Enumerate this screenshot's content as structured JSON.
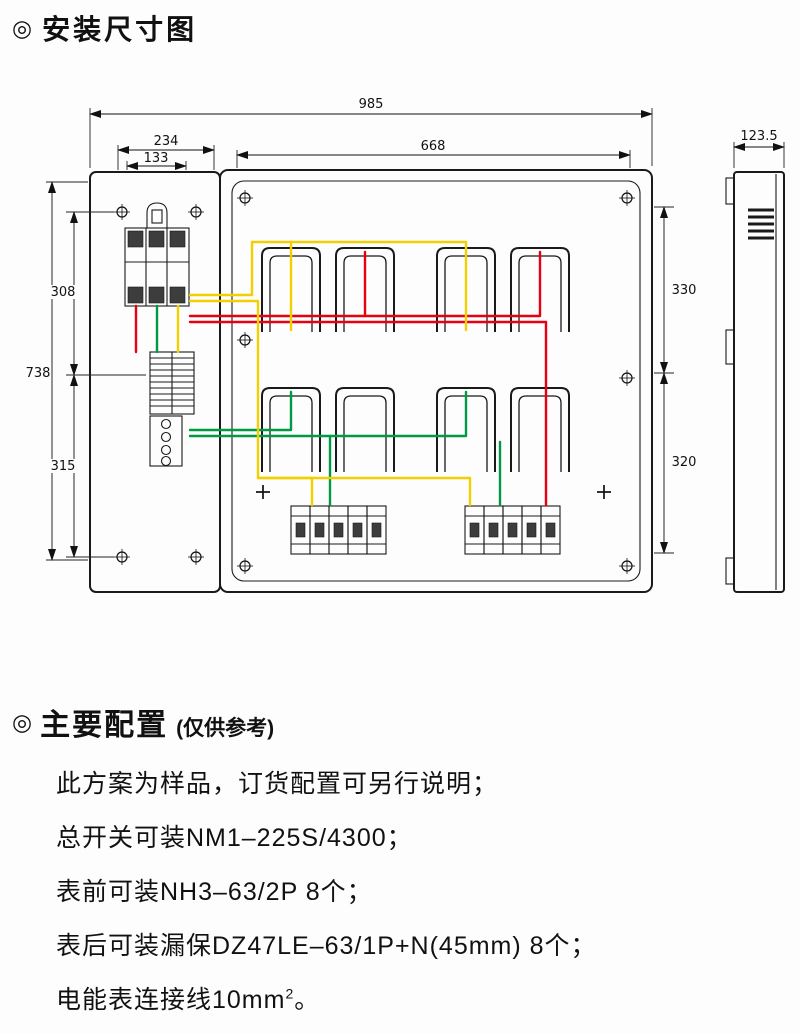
{
  "header": {
    "bullet": "◎",
    "title": "安装尺寸图"
  },
  "drawing": {
    "dimensions": {
      "total_width": "985",
      "left_section_width": "234",
      "breaker_mount_width": "133",
      "meter_section_width": "668",
      "side_depth": "123.5",
      "total_height": "738",
      "left_upper_height": "308",
      "left_lower_height": "315",
      "right_upper_height": "330",
      "right_lower_height": "320"
    }
  },
  "colors": {
    "wire_red": "#e60012",
    "wire_yellow": "#f2cf00",
    "wire_green": "#009944"
  },
  "config": {
    "bullet": "◎",
    "title": "主要配置",
    "subtitle": "(仅供参考)",
    "line1": "此方案为样品，订货配置可另行说明；",
    "line2": "总开关可装NM1–225S/4300；",
    "line3": "表前可装NH3–63/2P  8个；",
    "line4": "表后可装漏保DZ47LE–63/1P+N(45mm)  8个；",
    "line5_pre": "电能表连接线10mm",
    "line5_sup": "2",
    "line5_post": "。"
  }
}
